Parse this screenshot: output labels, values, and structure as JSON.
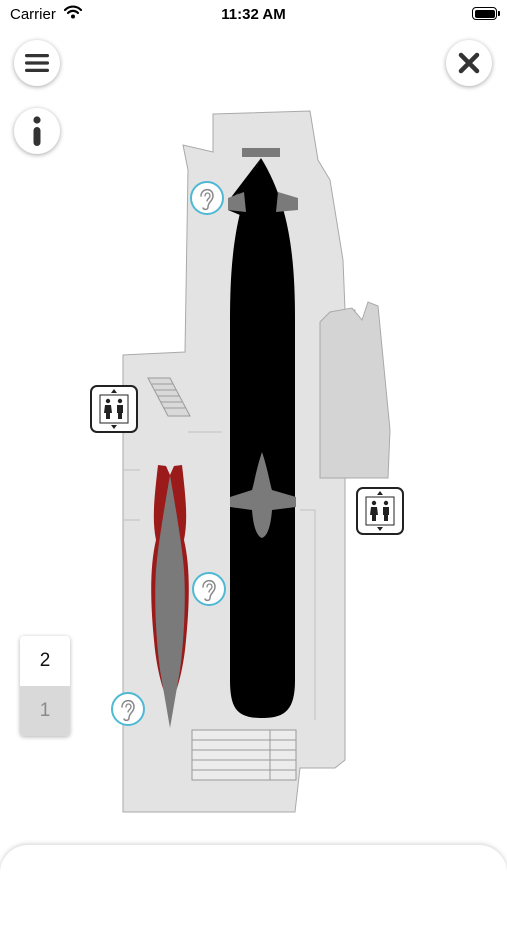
{
  "status_bar": {
    "carrier": "Carrier",
    "time": "11:32 AM",
    "wifi_icon": "wifi-icon",
    "battery_icon": "battery-icon"
  },
  "toolbar": {
    "menu_icon": "hamburger-menu-icon",
    "info_icon": "info-icon",
    "close_icon": "close-icon"
  },
  "map": {
    "colors": {
      "floor": "#e3e3e3",
      "outline": "#a9a9a9",
      "submarine": "#000000",
      "torpedo": "#9b1b1b",
      "audio_marker": "#4fb9d4",
      "vehicle": "#7a7a7a"
    },
    "markers": [
      {
        "type": "audio-guide",
        "icon": "ear-icon"
      },
      {
        "type": "audio-guide",
        "icon": "ear-icon"
      },
      {
        "type": "audio-guide",
        "icon": "ear-icon"
      },
      {
        "type": "elevator",
        "icon": "elevator-icon"
      },
      {
        "type": "elevator",
        "icon": "elevator-icon"
      }
    ]
  },
  "floor_selector": {
    "floors": [
      {
        "label": "2",
        "active": true
      },
      {
        "label": "1",
        "active": false
      }
    ]
  }
}
